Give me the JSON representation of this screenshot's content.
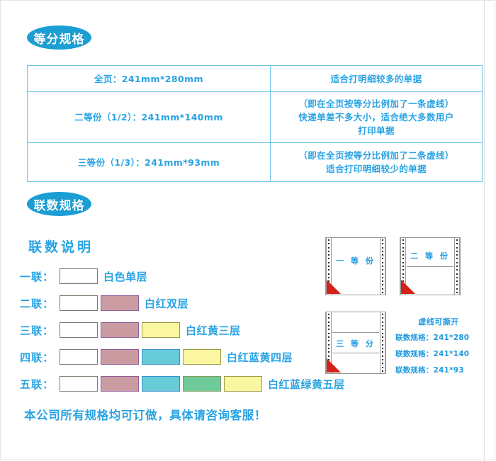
{
  "sections": {
    "spec_badge": "等分规格",
    "ply_badge": "联数规格",
    "ply_title": "联数说明"
  },
  "spec_table": {
    "rows": [
      {
        "left": "全页：241mm*280mm",
        "right": [
          "适合打明细较多的单据"
        ]
      },
      {
        "left": "二等份（1/2）：241mm*140mm",
        "right": [
          "（即在全页按等分比例加了一条虚线）",
          "快递单差不多大小，适合绝大多数用户",
          "打印单据"
        ]
      },
      {
        "left": "三等份（1/3）：241mm*93mm",
        "right": [
          "（即在全页按等分比例加了二条虚线）",
          "适合打印明细较少的单据"
        ]
      }
    ]
  },
  "ply_rows": [
    {
      "label": "一联：",
      "swatches": [
        "white"
      ],
      "desc": "白色单层"
    },
    {
      "label": "二联：",
      "swatches": [
        "white",
        "rose"
      ],
      "desc": "白红双层"
    },
    {
      "label": "三联：",
      "swatches": [
        "white",
        "rose",
        "yellow"
      ],
      "desc": "白红黄三层"
    },
    {
      "label": "四联：",
      "swatches": [
        "white",
        "rose",
        "cyan",
        "yellow"
      ],
      "desc": "白红蓝黄四层"
    },
    {
      "label": "五联：",
      "swatches": [
        "white",
        "rose",
        "cyan",
        "green",
        "yellow"
      ],
      "desc": "白红蓝绿黄五层"
    }
  ],
  "footer_note": "本公司所有规格均可订做，具体请咨询客服！",
  "forms": [
    {
      "label": "一 等 份",
      "perforations": 0
    },
    {
      "label": "二 等 份",
      "perforations": 1
    },
    {
      "label": "三 等 分",
      "perforations": 2
    }
  ],
  "right_info": {
    "highlight": "虚线可撕开",
    "lines": [
      "联数规格：241*280",
      "联数规格：241*140",
      "联数规格：241*93"
    ]
  },
  "colors": {
    "accent_blue": "#29a3e3",
    "badge_blue": "#1a9ed4",
    "table_border": "#6ec6ea",
    "swatch_white": "#ffffff",
    "swatch_rose": "#cb9ba2",
    "swatch_cyan": "#68cbd8",
    "swatch_green": "#70cb9a",
    "swatch_yellow": "#fbf6a0",
    "fold_red": "#d32318"
  }
}
